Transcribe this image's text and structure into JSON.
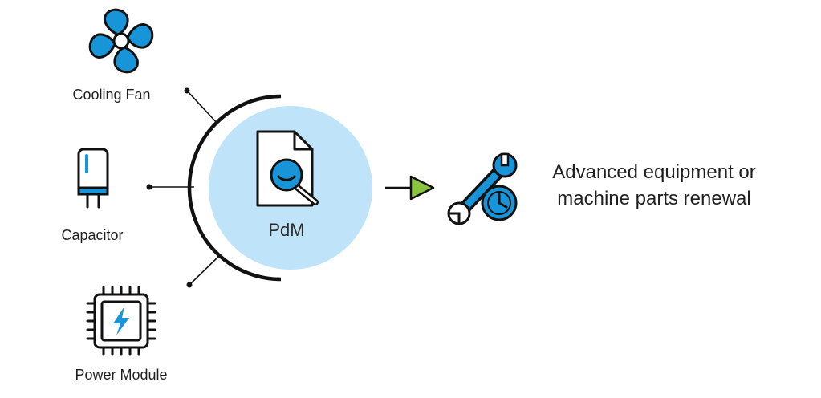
{
  "inputs": [
    {
      "label": "Cooling Fan",
      "icon": "fan-icon"
    },
    {
      "label": "Capacitor",
      "icon": "capacitor-icon"
    },
    {
      "label": "Power Module",
      "icon": "chip-lightning-icon"
    }
  ],
  "center": {
    "label": "PdM",
    "icon": "document-search-icon"
  },
  "arrow": {
    "icon": "arrow-right-icon"
  },
  "outcome": {
    "icon": "wrench-clock-icon",
    "line1": "Advanced equipment or",
    "line2": "machine parts renewal"
  },
  "colors": {
    "accent_blue": "#1894d8",
    "circle_fill": "#bfe3f8",
    "arrow_green": "#8bc53f",
    "stroke": "#111111"
  }
}
